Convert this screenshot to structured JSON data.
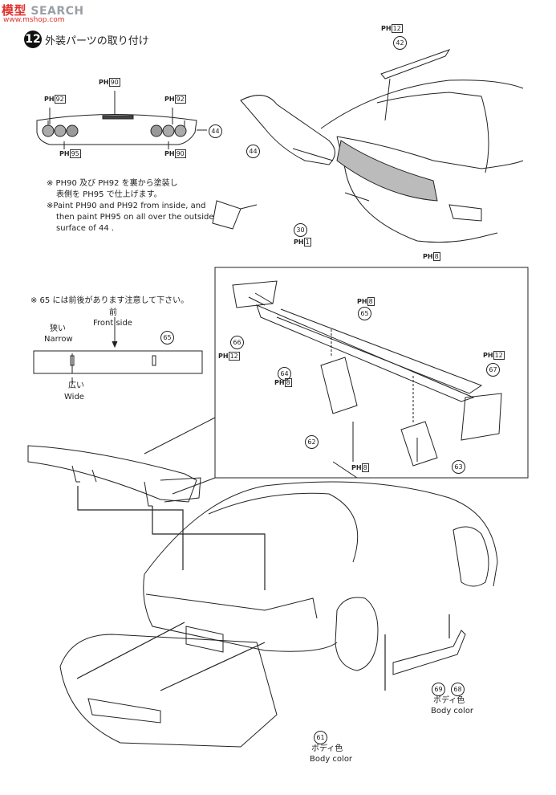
{
  "watermark": {
    "brand_jp": "模型",
    "brand_en": "SEARCH",
    "domain": "www.mshop.com"
  },
  "step": {
    "number": "12",
    "title": "外装パーツの取り付け"
  },
  "paint_notes": {
    "jp_line1": "※ PH90 及び PH92 を裏から塗装し",
    "jp_line2": "表側を PH95 で仕上げます。",
    "en_line1": "※Paint PH90 and PH92 from inside, and",
    "en_line2": "then paint PH95 on all over the outside",
    "en_line3": "surface of 44 ."
  },
  "spoiler_note": {
    "jp": "※ 65 には前後があります注意して下さい。",
    "front_jp": "前",
    "front_en": "Front side",
    "narrow_jp": "狭い",
    "narrow_en": "Narrow",
    "wide_jp": "広い",
    "wide_en": "Wide"
  },
  "paint_codes": {
    "p90": "90",
    "p92": "92",
    "p95": "95",
    "p12": "12",
    "p1": "1",
    "p8": "8"
  },
  "parts": {
    "p30": "30",
    "p42": "42",
    "p44": "44",
    "p61": "61",
    "p62": "62",
    "p63": "63",
    "p64": "64",
    "p65": "65",
    "p66": "66",
    "p67": "67",
    "p68": "68",
    "p69": "69"
  },
  "labels": {
    "body_color_jp": "ボディ色",
    "body_color_en": "Body color",
    "ph": "PH"
  }
}
